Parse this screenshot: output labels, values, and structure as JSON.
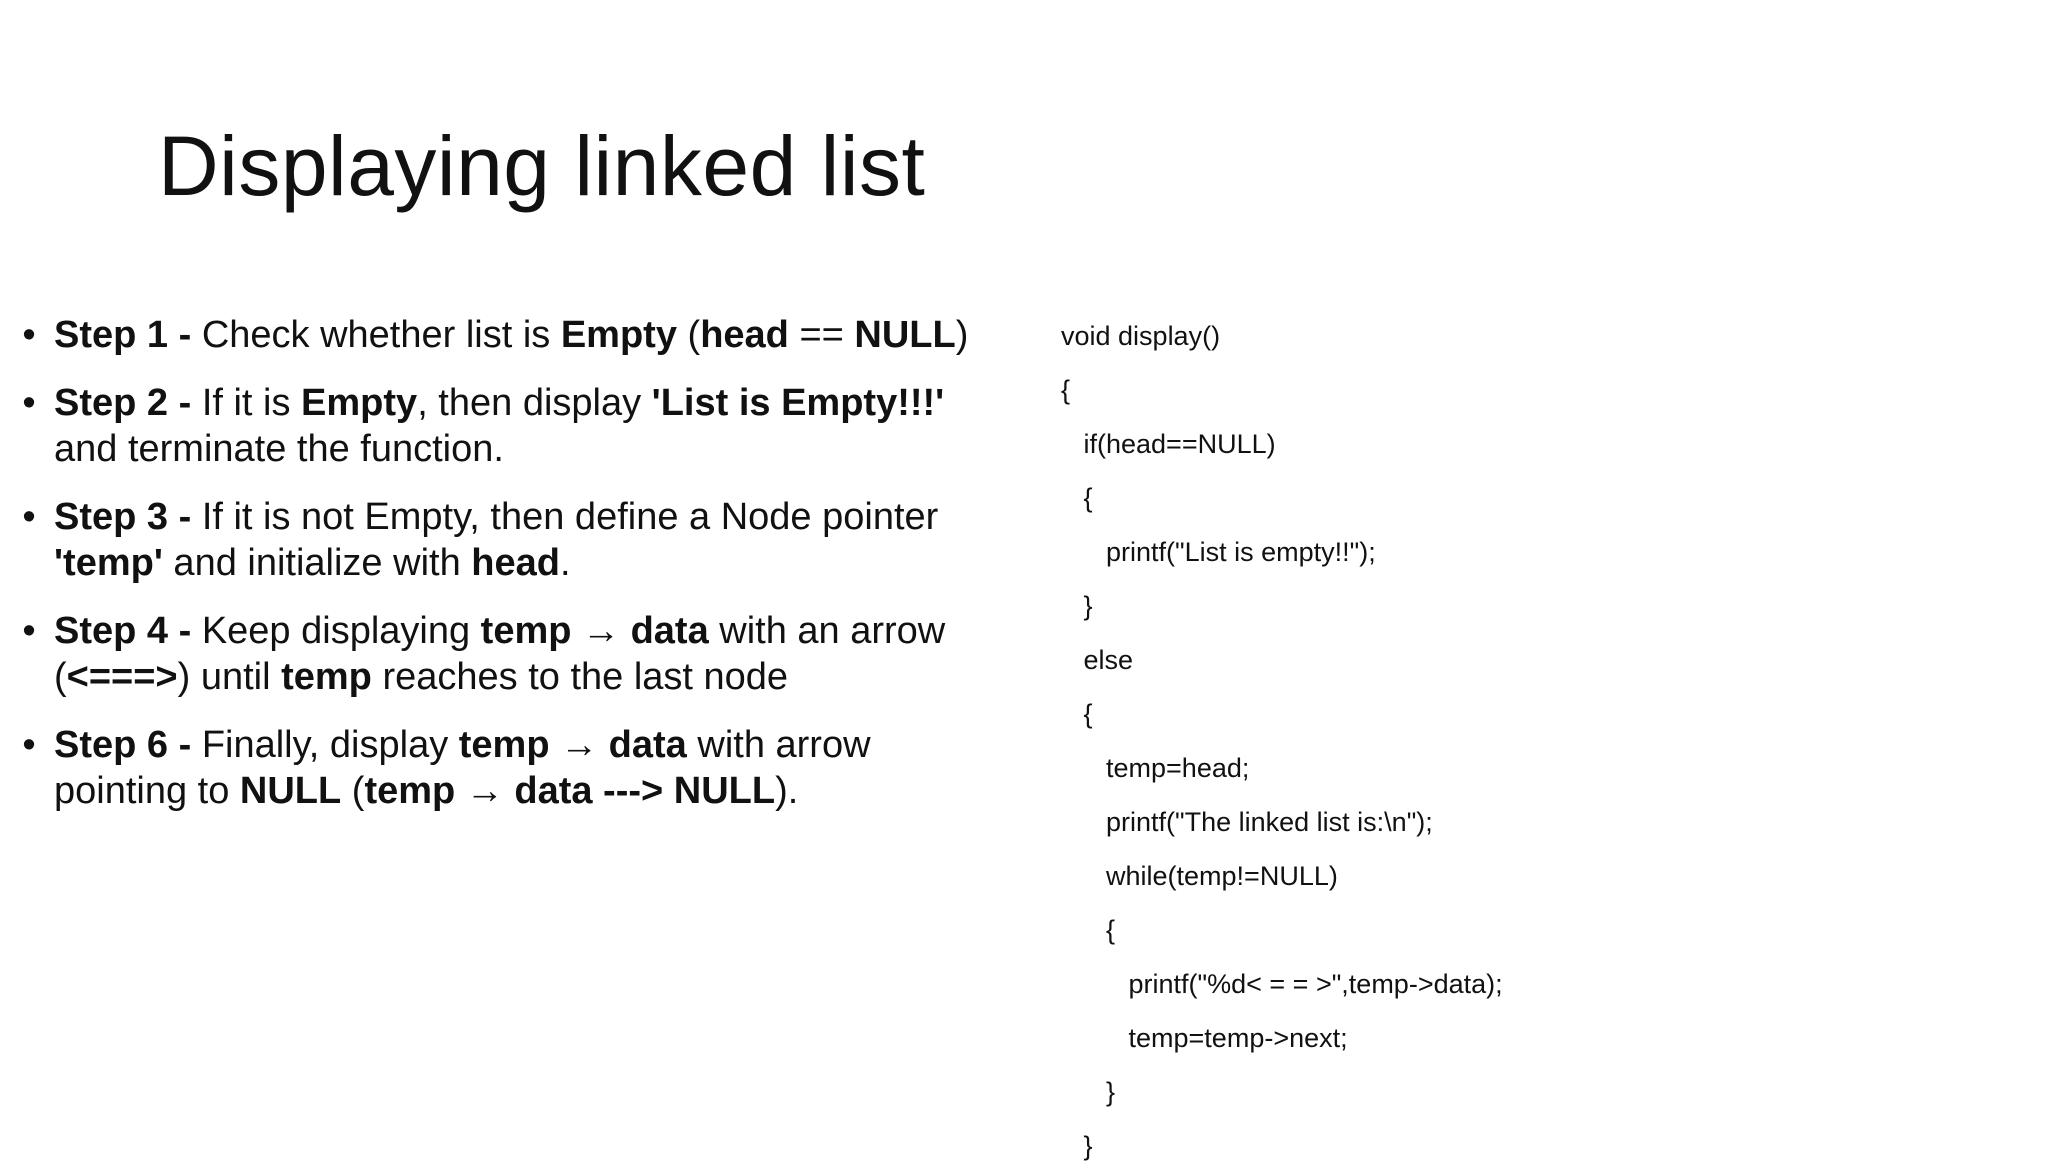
{
  "title": "Displaying linked list",
  "steps": [
    {
      "bullet": "•",
      "parts": [
        {
          "t": "Step 1 - ",
          "b": true
        },
        {
          "t": "Check whether list is ",
          "b": false
        },
        {
          "t": "Empty",
          "b": true
        },
        {
          "t": " (",
          "b": false
        },
        {
          "t": "head",
          "b": true
        },
        {
          "t": " == ",
          "b": false
        },
        {
          "t": "NULL",
          "b": true
        },
        {
          "t": ")",
          "b": false
        }
      ]
    },
    {
      "bullet": "•",
      "parts": [
        {
          "t": "Step 2 - ",
          "b": true
        },
        {
          "t": "If it is ",
          "b": false
        },
        {
          "t": "Empty",
          "b": true
        },
        {
          "t": ", then display ",
          "b": false
        },
        {
          "t": "'List is Empty!!!'",
          "b": true
        },
        {
          "t": " and terminate the function.",
          "b": false
        }
      ]
    },
    {
      "bullet": "•",
      "parts": [
        {
          "t": "Step 3 - ",
          "b": true
        },
        {
          "t": "If it is not Empty, then define a Node pointer ",
          "b": false
        },
        {
          "t": "'temp'",
          "b": true
        },
        {
          "t": " and initialize with ",
          "b": false
        },
        {
          "t": "head",
          "b": true
        },
        {
          "t": ".",
          "b": false
        }
      ]
    },
    {
      "bullet": "•",
      "parts": [
        {
          "t": "Step 4 - ",
          "b": true
        },
        {
          "t": "Keep displaying ",
          "b": false
        },
        {
          "t": "temp → data",
          "b": true
        },
        {
          "t": " with an arrow (",
          "b": false
        },
        {
          "t": "<===>",
          "b": true
        },
        {
          "t": ") until ",
          "b": false
        },
        {
          "t": "temp",
          "b": true
        },
        {
          "t": " reaches to the last node",
          "b": false
        }
      ]
    },
    {
      "bullet": "•",
      "parts": [
        {
          "t": "Step 6 - ",
          "b": true
        },
        {
          "t": "Finally, display ",
          "b": false
        },
        {
          "t": "temp → data",
          "b": true
        },
        {
          "t": " with arrow pointing to ",
          "b": false
        },
        {
          "t": "NULL",
          "b": true
        },
        {
          "t": " (",
          "b": false
        },
        {
          "t": "temp → data ---> NULL",
          "b": true
        },
        {
          "t": ").",
          "b": false
        }
      ]
    }
  ],
  "code_lines": [
    "void display()",
    "{",
    "   if(head==NULL)",
    "   {",
    "      printf(\"List is empty!!\");",
    "   }",
    "   else",
    "   {",
    "      temp=head;",
    "      printf(\"The linked list is:\\n\");",
    "      while(temp!=NULL)",
    "      {",
    "         printf(\"%d< = = >\",temp->data);",
    "         temp=temp->next;",
    "      }",
    "   }"
  ]
}
